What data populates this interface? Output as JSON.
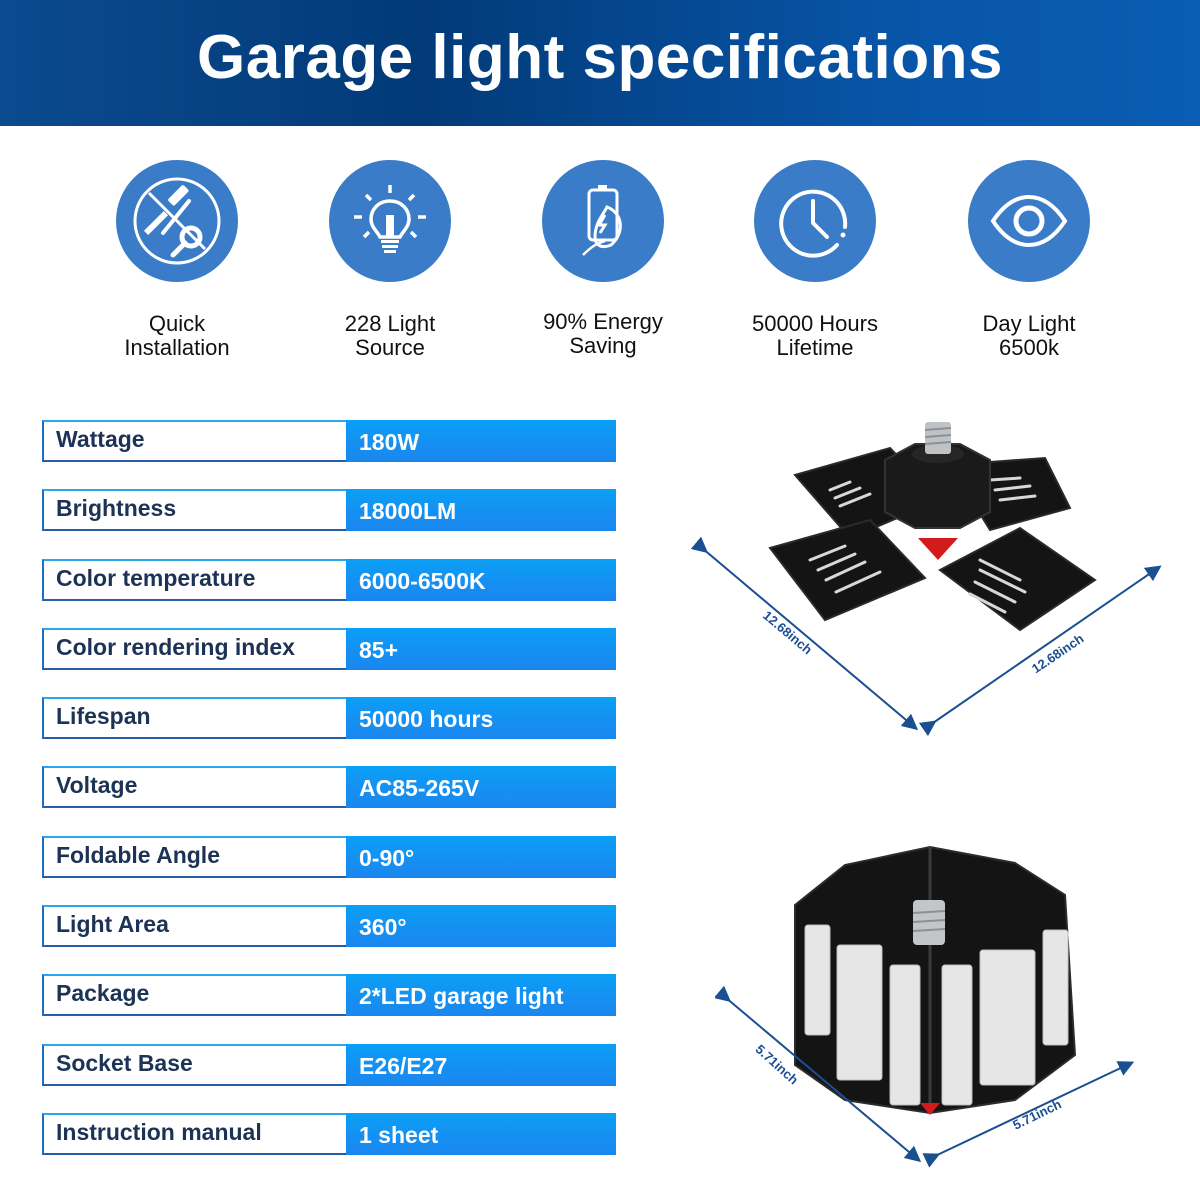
{
  "header": {
    "title": "Garage light specifications"
  },
  "features": [
    {
      "icon": "tools-icon",
      "line1": "Quick",
      "line2": "Installation"
    },
    {
      "icon": "lightbulb-icon",
      "line1": "228 Light",
      "line2": "Source"
    },
    {
      "icon": "battery-leaf-icon",
      "line1": "90% Energy",
      "line2": "Saving"
    },
    {
      "icon": "clock-icon",
      "line1": "50000 Hours",
      "line2": "Lifetime"
    },
    {
      "icon": "eye-icon",
      "line1": "Day Light",
      "line2": "6500k"
    }
  ],
  "specs": [
    {
      "label": "Wattage",
      "value": "180W"
    },
    {
      "label": "Brightness",
      "value": "18000LM"
    },
    {
      "label": "Color temperature",
      "value": "6000-6500K"
    },
    {
      "label": "Color rendering index",
      "value": "85+"
    },
    {
      "label": "Lifespan",
      "value": "50000 hours"
    },
    {
      "label": "Voltage",
      "value": "AC85-265V"
    },
    {
      "label": "Foldable Angle",
      "value": "0-90°"
    },
    {
      "label": "Light Area",
      "value": "360°"
    },
    {
      "label": "Package",
      "value": "2*LED garage light"
    },
    {
      "label": "Socket Base",
      "value": "E26/E27"
    },
    {
      "label": "Instruction manual",
      "value": "1 sheet"
    }
  ],
  "products": {
    "unfolded": {
      "dim_left": "12.68inch",
      "dim_right": "12.68inch"
    },
    "folded": {
      "dim_left": "5.71inch",
      "dim_right": "5.71inch"
    }
  },
  "colors": {
    "banner": "#023a78",
    "icon_circle": "#3a7cc8",
    "value_cell": "#1590f2",
    "label_text": "#1d3355",
    "dimension": "#1a4f92"
  }
}
